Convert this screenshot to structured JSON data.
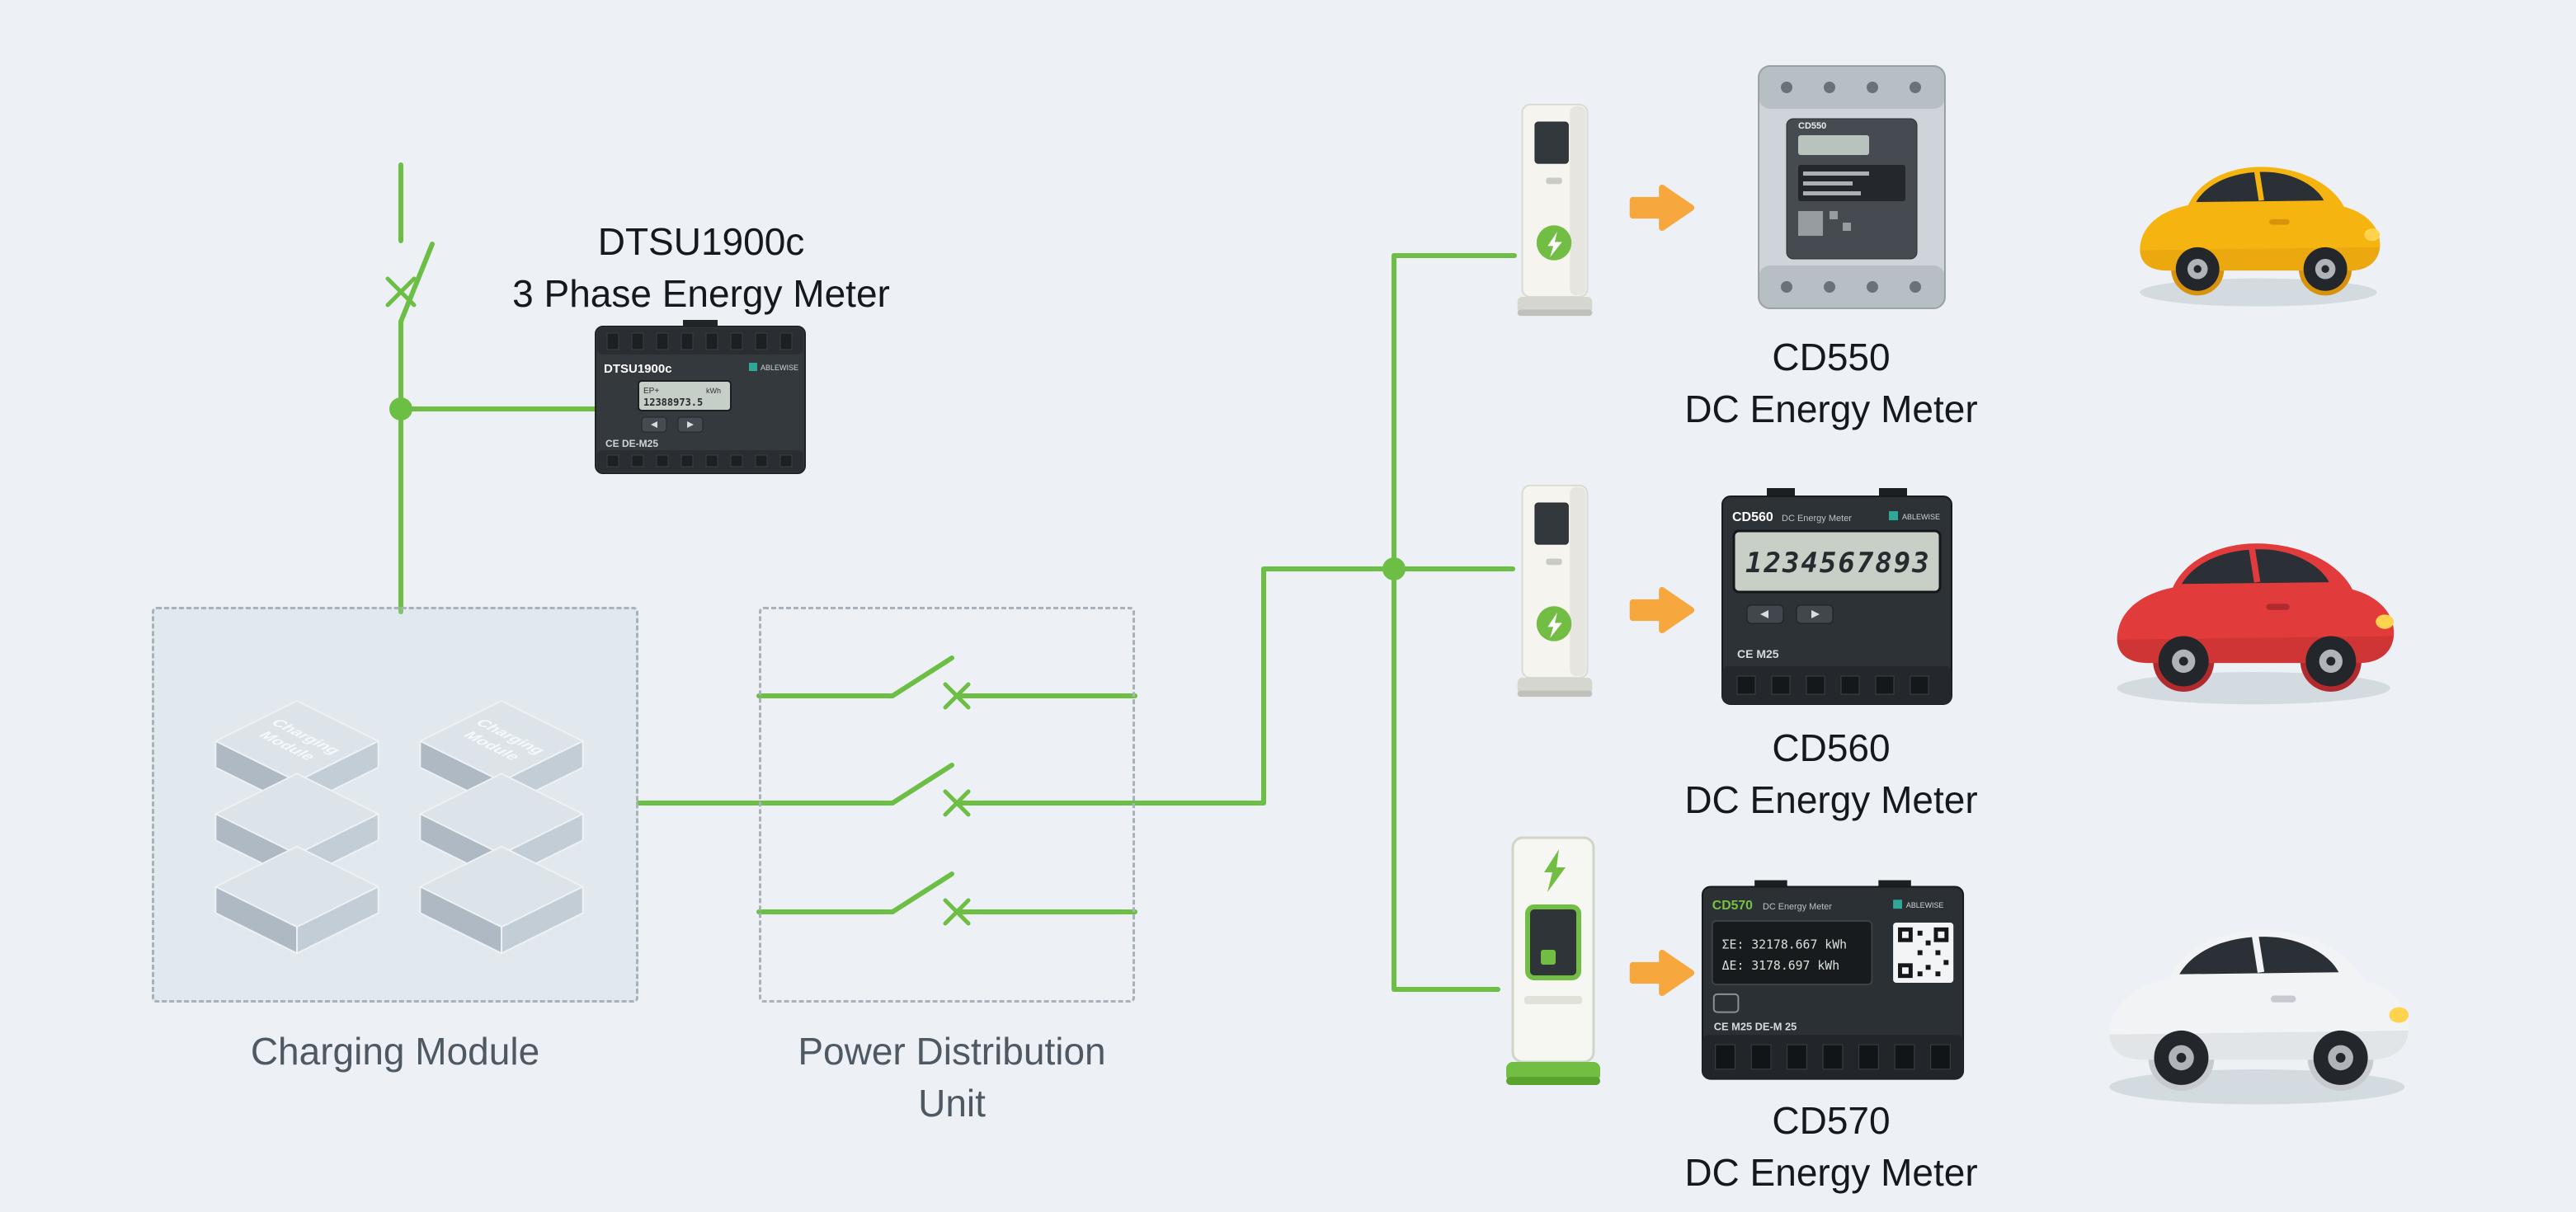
{
  "page": {
    "background": "#edf1f5"
  },
  "palette": {
    "line_green": "#6cbf44",
    "arrow_orange": "#f6a73e",
    "dash_border": "#a9b2ba",
    "caption_dark": "#15191d",
    "caption_gray": "#4f5963"
  },
  "dtsu": {
    "title_line1": "DTSU1900c",
    "title_line2": "3 Phase Energy Meter",
    "device_label": "DTSU1900c",
    "brand": "ABLEWISE",
    "screen_mode": "EP+",
    "screen_unit": "kWh",
    "screen_value": "12388973.5",
    "marks": "CE  DE-M25"
  },
  "charging_module": {
    "caption": "Charging Module",
    "stack_text_line1": "Charging",
    "stack_text_line2": "Module"
  },
  "pdu": {
    "caption_line1": "Power Distribution",
    "caption_line2": "Unit"
  },
  "meters": [
    {
      "code": "CD550",
      "caption_line2": "DC Energy Meter",
      "device_label": "CD550"
    },
    {
      "code": "CD560",
      "caption_line2": "DC Energy Meter",
      "device_label": "CD560",
      "device_subtitle": "DC Energy Meter",
      "brand": "ABLEWISE",
      "display_value": "1234567893",
      "marks": "CE  M25"
    },
    {
      "code": "CD570",
      "caption_line2": "DC Energy Meter",
      "device_label": "CD570",
      "device_subtitle": "DC Energy Meter",
      "brand": "ABLEWISE",
      "display_rows": [
        {
          "label": "ΣE:",
          "value": "32178.667 kWh"
        },
        {
          "label": "ΔE:",
          "value": "3178.697 kWh"
        }
      ],
      "marks": "CE  M25  DE-M 25"
    }
  ],
  "cars": [
    {
      "name": "yellow-car",
      "body": "#F6B411",
      "shade": "#D8920C"
    },
    {
      "name": "red-car",
      "body": "#E23B3B",
      "shade": "#B02A2E"
    },
    {
      "name": "white-car",
      "body": "#F2F3F4",
      "shade": "#C7CBD0"
    }
  ]
}
